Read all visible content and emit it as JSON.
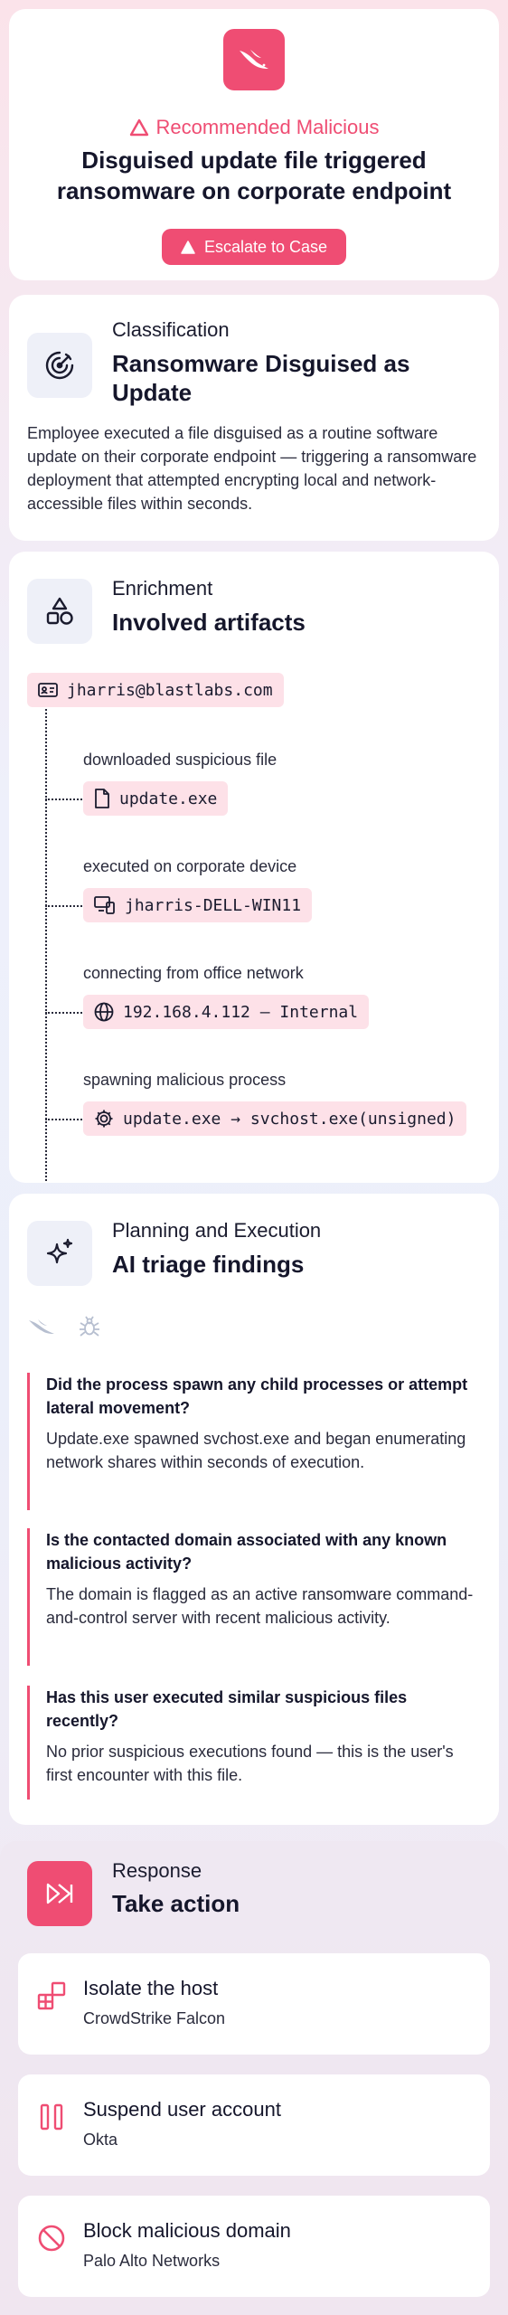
{
  "verdict": {
    "label": "Recommended Malicious",
    "title": "Disguised update file triggered ransomware on corporate endpoint",
    "escalate_label": "Escalate to Case"
  },
  "classification": {
    "subtitle": "Classification",
    "title": "Ransomware Disguised as Update",
    "description": "Employee executed a file disguised as a routine software update on their corporate endpoint — triggering a ransomware deployment that attempted encrypting local and network-accessible files within seconds."
  },
  "enrichment": {
    "subtitle": "Enrichment",
    "title": "Involved artifacts",
    "root": {
      "value": "jharris@blastlabs.com",
      "icon": "id-card-icon"
    },
    "artifacts": [
      {
        "label": "downloaded suspicious file",
        "value": "update.exe",
        "icon": "file-icon"
      },
      {
        "label": "executed on corporate device",
        "value": "jharris-DELL-WIN11",
        "icon": "device-icon"
      },
      {
        "label": "connecting from office network",
        "value": "192.168.4.112 — Internal",
        "icon": "globe-icon"
      },
      {
        "label": "spawning malicious process",
        "value": "update.exe → svchost.exe(unsigned)",
        "icon": "gear-icon"
      }
    ]
  },
  "ai": {
    "subtitle": "Planning and Execution",
    "title": "AI triage findings",
    "findings": [
      {
        "question": "Did the process spawn any child processes or attempt lateral movement?",
        "answer": "Update.exe spawned svchost.exe and began enumerating network shares within seconds of execution."
      },
      {
        "question": "Is the contacted domain associated with any known malicious activity?",
        "answer": "The domain is flagged as an active ransomware command-and-control server with recent malicious activity."
      },
      {
        "question": "Has this user executed similar suspicious files recently?",
        "answer": "No prior suspicious executions found — this is the user's first encounter with this file."
      }
    ]
  },
  "response": {
    "subtitle": "Response",
    "title": "Take action",
    "actions": [
      {
        "name": "Isolate the host",
        "vendor": "CrowdStrike Falcon",
        "icon": "isolate-icon"
      },
      {
        "name": "Suspend user account",
        "vendor": "Okta",
        "icon": "pause-icon"
      },
      {
        "name": "Block malicious domain",
        "vendor": "Palo Alto Networks",
        "icon": "block-icon"
      }
    ]
  },
  "colors": {
    "accent": "#ef4d73",
    "chip": "#fde1e8",
    "icon_bg": "#eef0f8"
  }
}
